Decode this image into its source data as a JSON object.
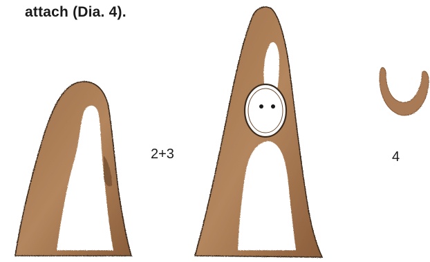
{
  "caption": "attach (Dia. 4).",
  "figure_labels": {
    "left_group": "2+3",
    "right_group": "4"
  },
  "colors": {
    "clay_brown": "#a87a55",
    "clay_dark": "#6e4a2e",
    "outline": "#3a2a1c",
    "background": "#ffffff"
  },
  "illustrations": [
    "small-cone-figure",
    "tall-cone-figure-with-face-window",
    "crescent-shape"
  ]
}
